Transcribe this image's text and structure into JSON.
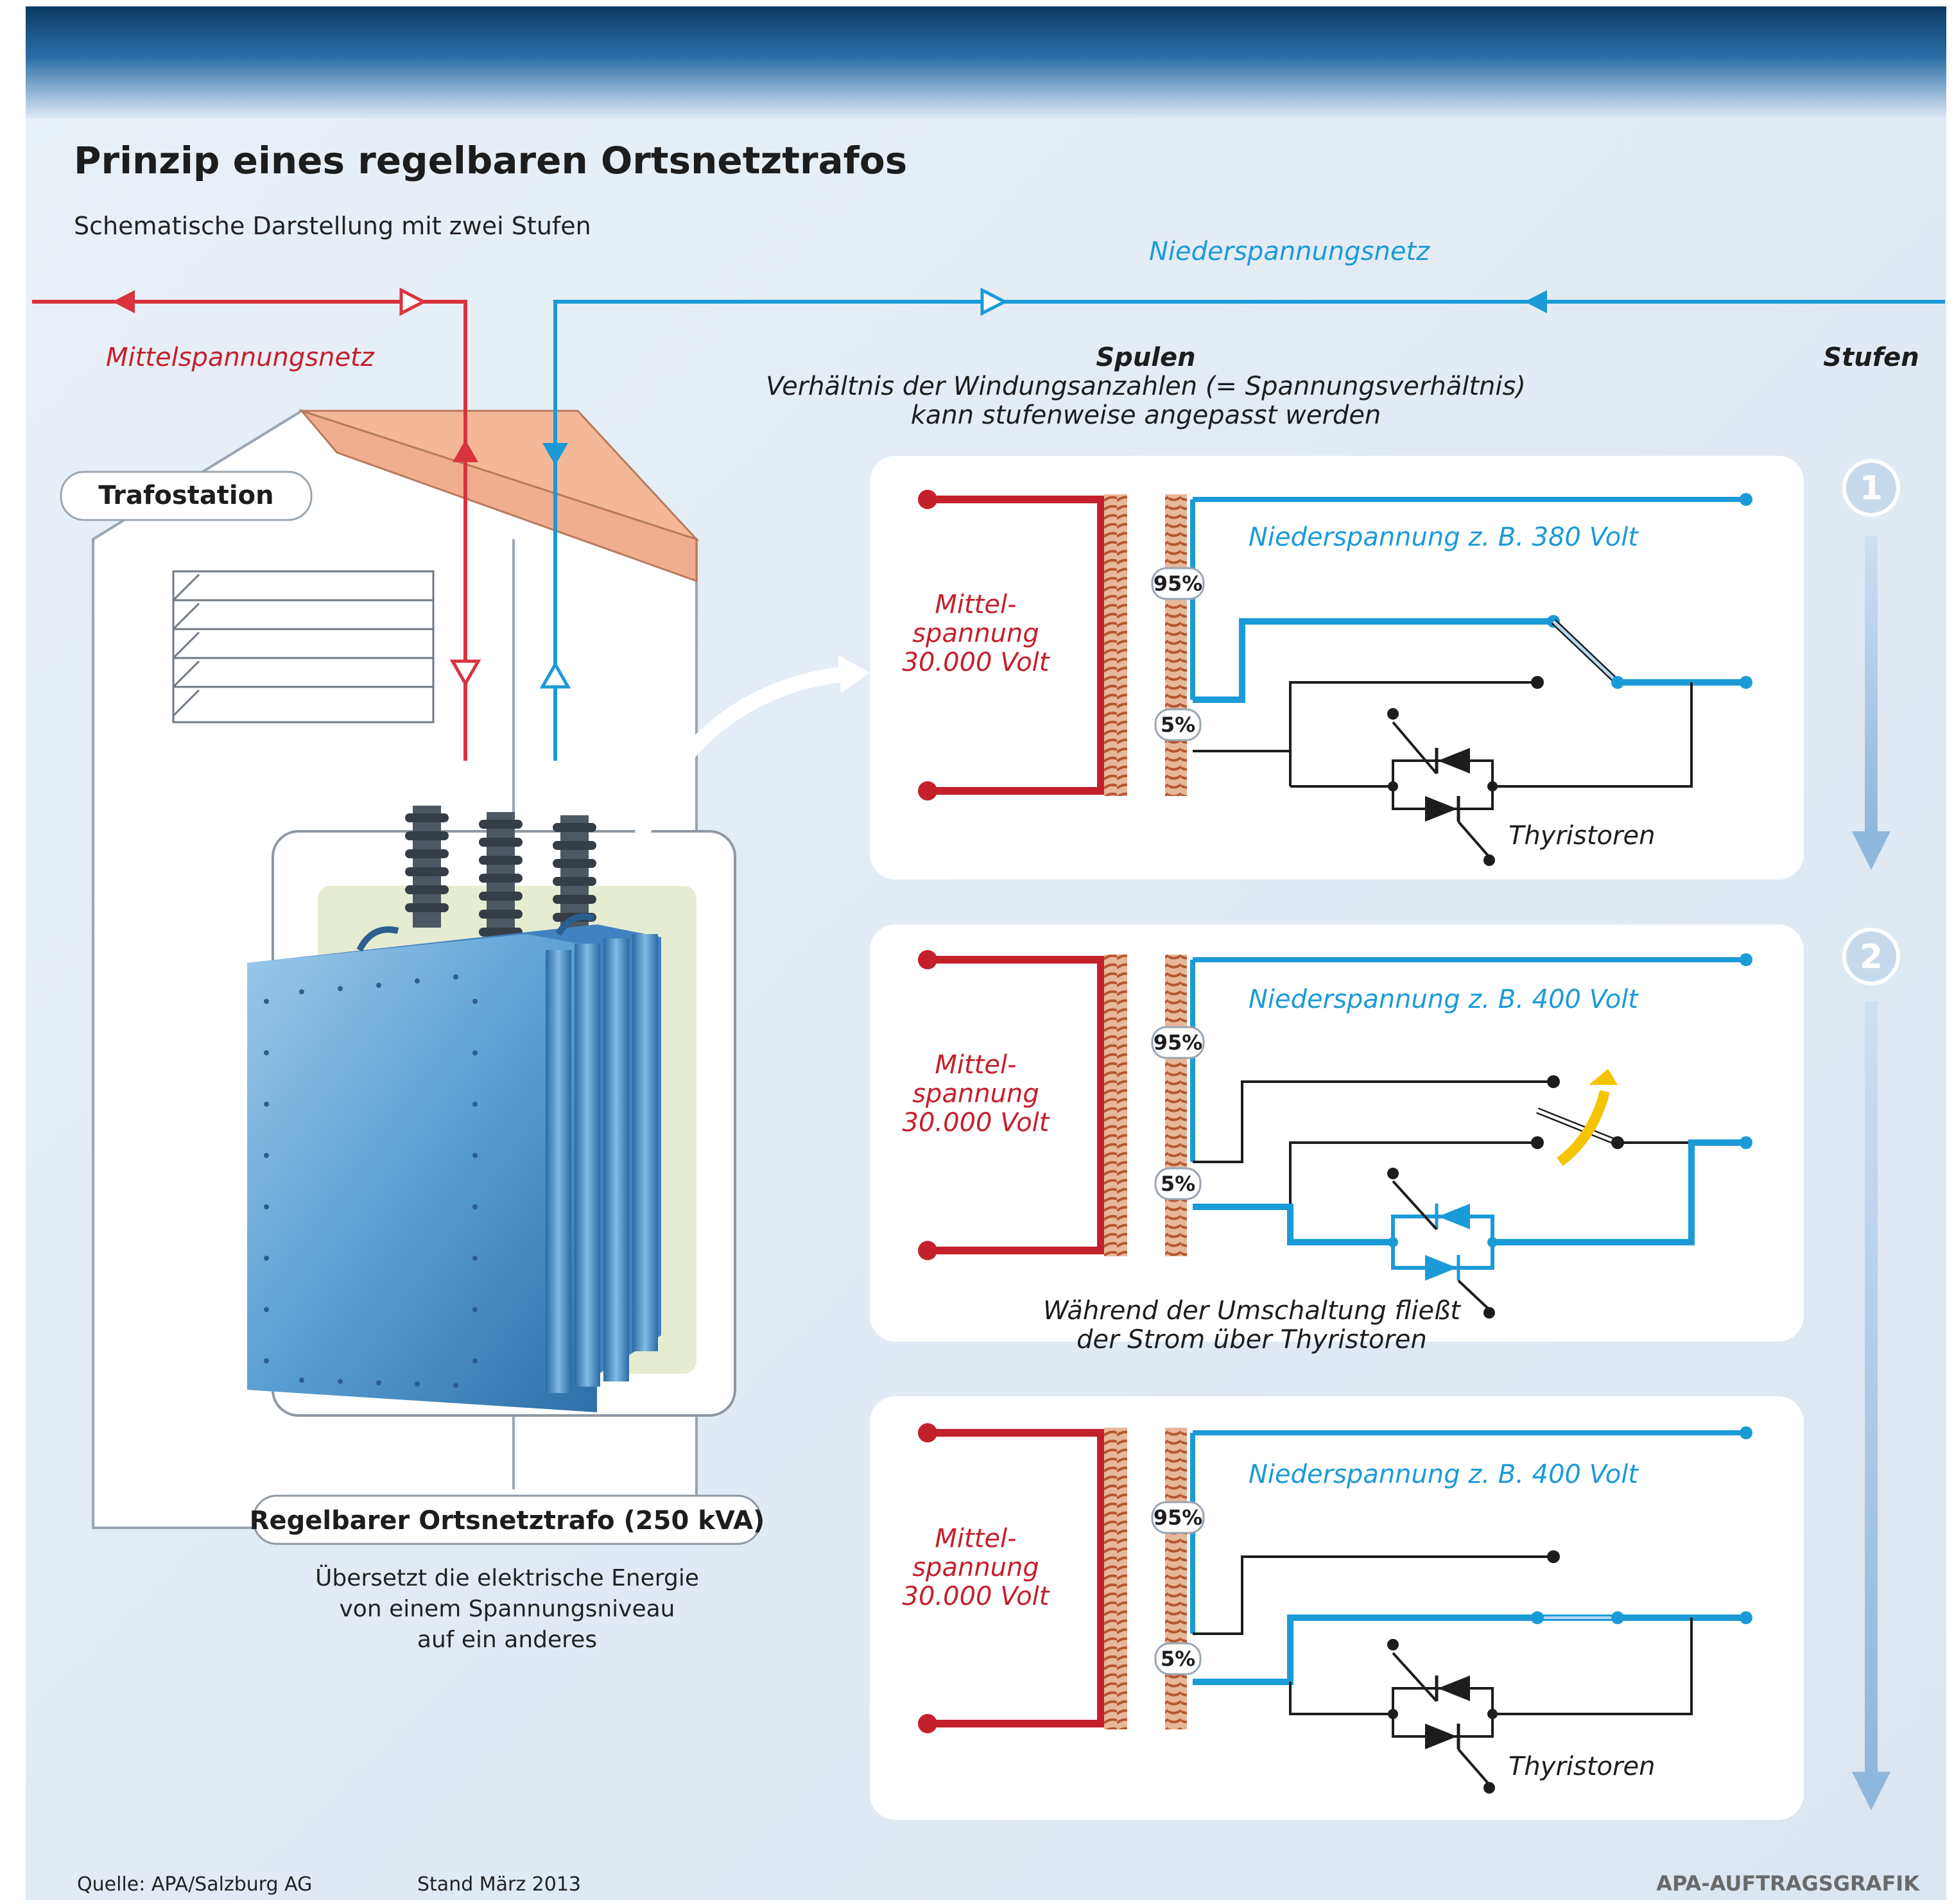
{
  "title": "Prinzip eines regelbaren Ortsnetztrafos",
  "subtitle": "Schematische Darstellung mit zwei Stufen",
  "networks": {
    "medium": "Mittelspannungsnetz",
    "low": "Niederspannungsnetz"
  },
  "station": {
    "label": "Trafostation"
  },
  "coils": {
    "heading": "Spulen",
    "desc_line1": "Verhältnis der Windungsanzahlen (= Spannungsverhältnis)",
    "desc_line2": "kann stufenweise angepasst werden"
  },
  "stages_heading": "Stufen",
  "step_numbers": [
    "1",
    "2"
  ],
  "panels": [
    {
      "mv_line1": "Mittel-",
      "mv_line2": "spannung",
      "mv_line3": "30.000 Volt",
      "lv": "Niederspannung z. B. 380 Volt",
      "pct_high": "95%",
      "pct_low": "5%",
      "note": "Thyristoren"
    },
    {
      "mv_line1": "Mittel-",
      "mv_line2": "spannung",
      "mv_line3": "30.000 Volt",
      "lv": "Niederspannung z. B. 400 Volt",
      "pct_high": "95%",
      "pct_low": "5%",
      "note_line1": "Während der Umschaltung fließt",
      "note_line2": "der Strom über Thyristoren"
    },
    {
      "mv_line1": "Mittel-",
      "mv_line2": "spannung",
      "mv_line3": "30.000 Volt",
      "lv": "Niederspannung z. B. 400 Volt",
      "pct_high": "95%",
      "pct_low": "5%",
      "note": "Thyristoren"
    }
  ],
  "transformer": {
    "label": "Regelbarer Ortsnetztrafo (250 kVA)",
    "desc_line1": "Übersetzt die elektrische Energie",
    "desc_line2": "von einem Spannungsniveau",
    "desc_line3": "auf ein anderes"
  },
  "footer": {
    "source": "Quelle: APA/Salzburg AG",
    "date": "Stand März 2013",
    "credit": "APA-AUFTRAGSGRAFIK"
  },
  "colors": {
    "medium_voltage": "#c4202c",
    "low_voltage": "#1b9ad8",
    "header_band": "#0b3a63",
    "background": "#e4edf5",
    "switch_highlight": "#f5c400"
  }
}
